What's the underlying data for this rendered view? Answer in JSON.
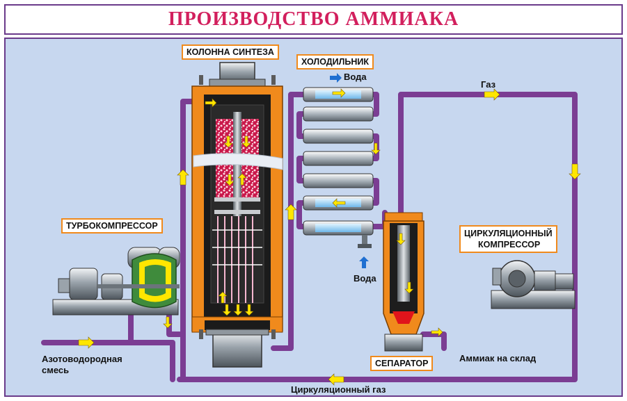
{
  "title": "ПРОИЗВОДСТВО АММИАКА",
  "labels": {
    "synthesis_column": "КОЛОННА СИНТЕЗА",
    "cooler": "ХОЛОДИЛЬНИК",
    "water_out": "Вода",
    "water_in": "Вода",
    "gas": "Газ",
    "turbocompressor": "ТУРБОКОМПРЕССОР",
    "circulation_compressor_line1": "ЦИРКУЛЯЦИОННЫЙ",
    "circulation_compressor_line2": "КОМПРЕССОР",
    "feed_line1": "Азотоводородная",
    "feed_line2": "смесь",
    "separator": "СЕПАРАТОР",
    "ammonia_storage": "Аммиак на склад",
    "circulation_gas": "Циркуляционный газ"
  },
  "colors": {
    "pipe": "#7b3d93",
    "flow_arrow": "#ffe600",
    "water_arrow": "#1f6fd1",
    "column_shell": "#f08a1c",
    "background": "#c7d7ef",
    "title": "#d21f5d"
  }
}
